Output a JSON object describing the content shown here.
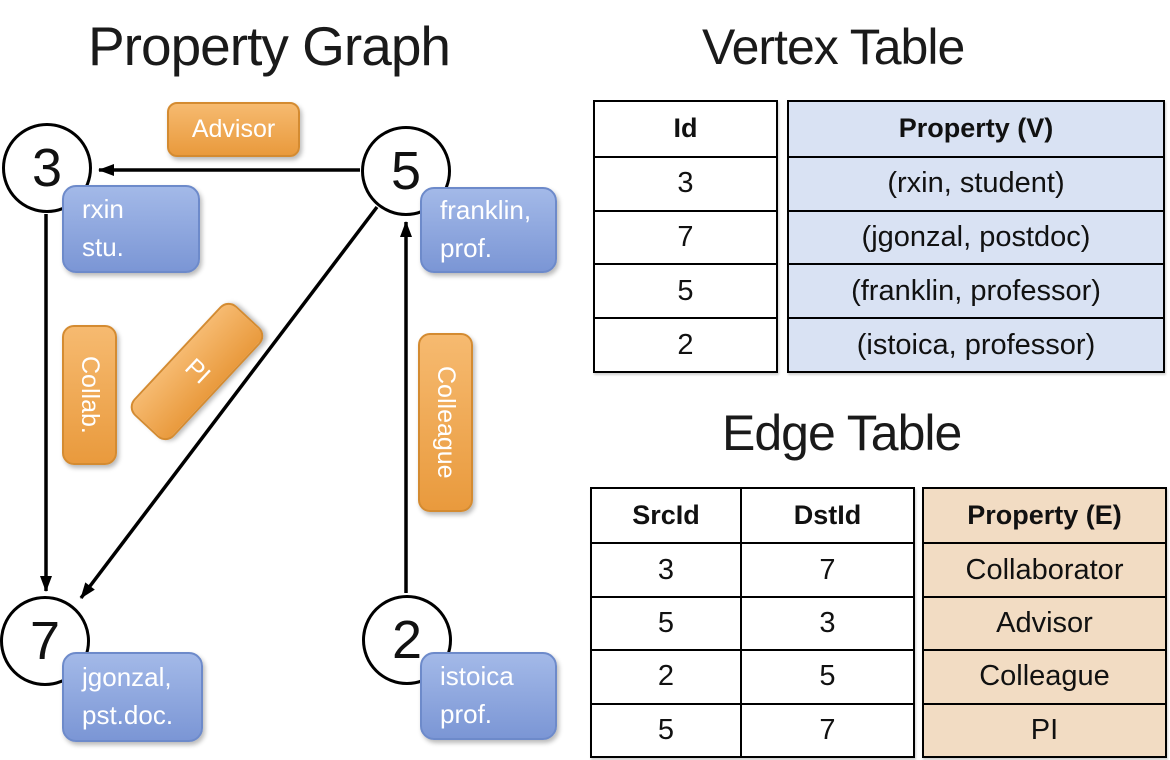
{
  "graph": {
    "title": "Property Graph",
    "nodes": [
      {
        "id": "3",
        "line1": "rxin",
        "line2": "stu."
      },
      {
        "id": "5",
        "line1": "franklin,",
        "line2": "prof."
      },
      {
        "id": "7",
        "line1": "jgonzal,",
        "line2": "pst.doc."
      },
      {
        "id": "2",
        "line1": "istoica",
        "line2": "prof."
      }
    ],
    "edge_labels": [
      "Advisor",
      "Collab.",
      "PI",
      "Colleague"
    ]
  },
  "vertex_table": {
    "title": "Vertex Table",
    "columns": [
      "Id",
      "Property (V)"
    ],
    "rows": [
      [
        "3",
        "(rxin, student)"
      ],
      [
        "7",
        "(jgonzal, postdoc)"
      ],
      [
        "5",
        "(franklin, professor)"
      ],
      [
        "2",
        "(istoica, professor)"
      ]
    ]
  },
  "edge_table": {
    "title": "Edge Table",
    "columns": [
      "SrcId",
      "DstId",
      "Property (E)"
    ],
    "rows": [
      [
        "3",
        "7",
        "Collaborator"
      ],
      [
        "5",
        "3",
        "Advisor"
      ],
      [
        "2",
        "5",
        "Colleague"
      ],
      [
        "5",
        "7",
        "PI"
      ]
    ]
  },
  "colors": {
    "edge_label_fill": "#eda64c",
    "edge_label_border": "#d48b31",
    "node_label_fill": "#8fa9dd",
    "node_label_border": "#6d8aca",
    "vertex_property_fill": "#d9e2f3",
    "edge_property_fill": "#f2dcc3",
    "line_color": "#000000"
  }
}
